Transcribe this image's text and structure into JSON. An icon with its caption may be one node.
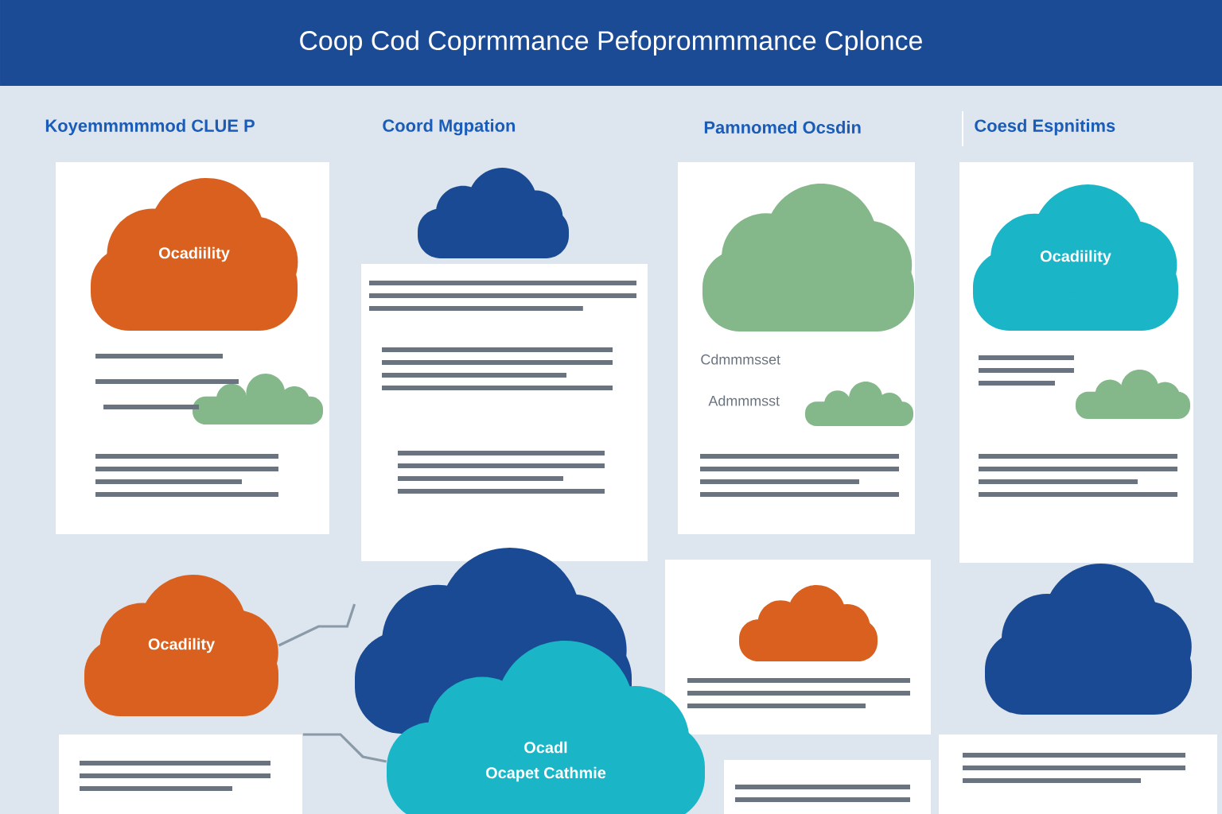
{
  "diagram": {
    "title": "Coop Cod Coprmmance Pefoprommmance Cplonce",
    "nodes": [
      {
        "text": [],
        "shape": "box"
      },
      {
        "text": [
          "Ocadiility"
        ],
        "in": 0
      },
      {
        "text": [],
        "shape": "cloud",
        "in": 0
      },
      {
        "text": [],
        "shape": "cloud"
      },
      {
        "text": [],
        "shape": "box"
      },
      {
        "text": [
          "Cdmmmsset",
          "Admmmsst"
        ]
      },
      {
        "text": [],
        "shape": "cloud",
        "in": 5
      },
      {
        "text": [],
        "shape": "cloud",
        "in": 5
      },
      {
        "text": [],
        "shape": "box"
      },
      {
        "text": [
          "Ocadiility"
        ],
        "in": 8
      },
      {
        "text": [],
        "shape": "cloud",
        "in": 8
      },
      {
        "text": [
          "Ocadility"
        ]
      },
      {
        "text": [],
        "shape": "cloud"
      },
      {
        "text": [
          "Ocadl",
          "Ocapet Cathmie"
        ]
      },
      {
        "text": [],
        "shape": "box"
      },
      {
        "text": [],
        "shape": "cloud",
        "in": 14
      },
      {
        "text": [],
        "shape": "cloud"
      },
      {
        "text": [],
        "shape": "box"
      },
      {
        "text": [],
        "shape": "box"
      },
      {
        "text": [],
        "shape": "box"
      }
    ],
    "edges": [
      {
        "from": 11,
        "to": 12,
        "arrow": "none"
      },
      {
        "from": 17,
        "to": 13,
        "arrow": "none"
      }
    ],
    "labels": [
      "Koyemmmmmod CLUE P",
      "Coord Mgpation",
      "Pamnomed Ocsdin",
      "Coesd Espnitims"
    ]
  }
}
